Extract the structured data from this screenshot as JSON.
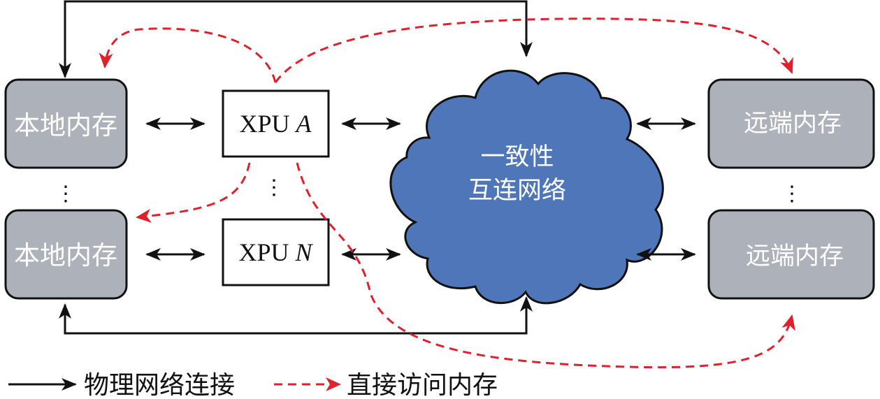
{
  "colors": {
    "memory_fill": "#adb2ba",
    "cloud_fill": "#4e76b9",
    "stroke": "#111111",
    "direct_access": "#e0202c",
    "memory_text": "#ffffff",
    "cloud_text": "#ffffff"
  },
  "local_memory": [
    {
      "label": "本地内存"
    },
    {
      "label": "本地内存"
    }
  ],
  "xpus": [
    {
      "prefix": "XPU ",
      "suffix": "A"
    },
    {
      "prefix": "XPU ",
      "suffix": "N"
    }
  ],
  "interconnect": {
    "line1": "一致性",
    "line2": "互连网络"
  },
  "remote_memory": [
    {
      "label": "远端内存"
    },
    {
      "label": "远端内存"
    }
  ],
  "ellipsis": "⋮",
  "legend": {
    "physical_label": "物理网络连接",
    "direct_label": "直接访问内存"
  }
}
